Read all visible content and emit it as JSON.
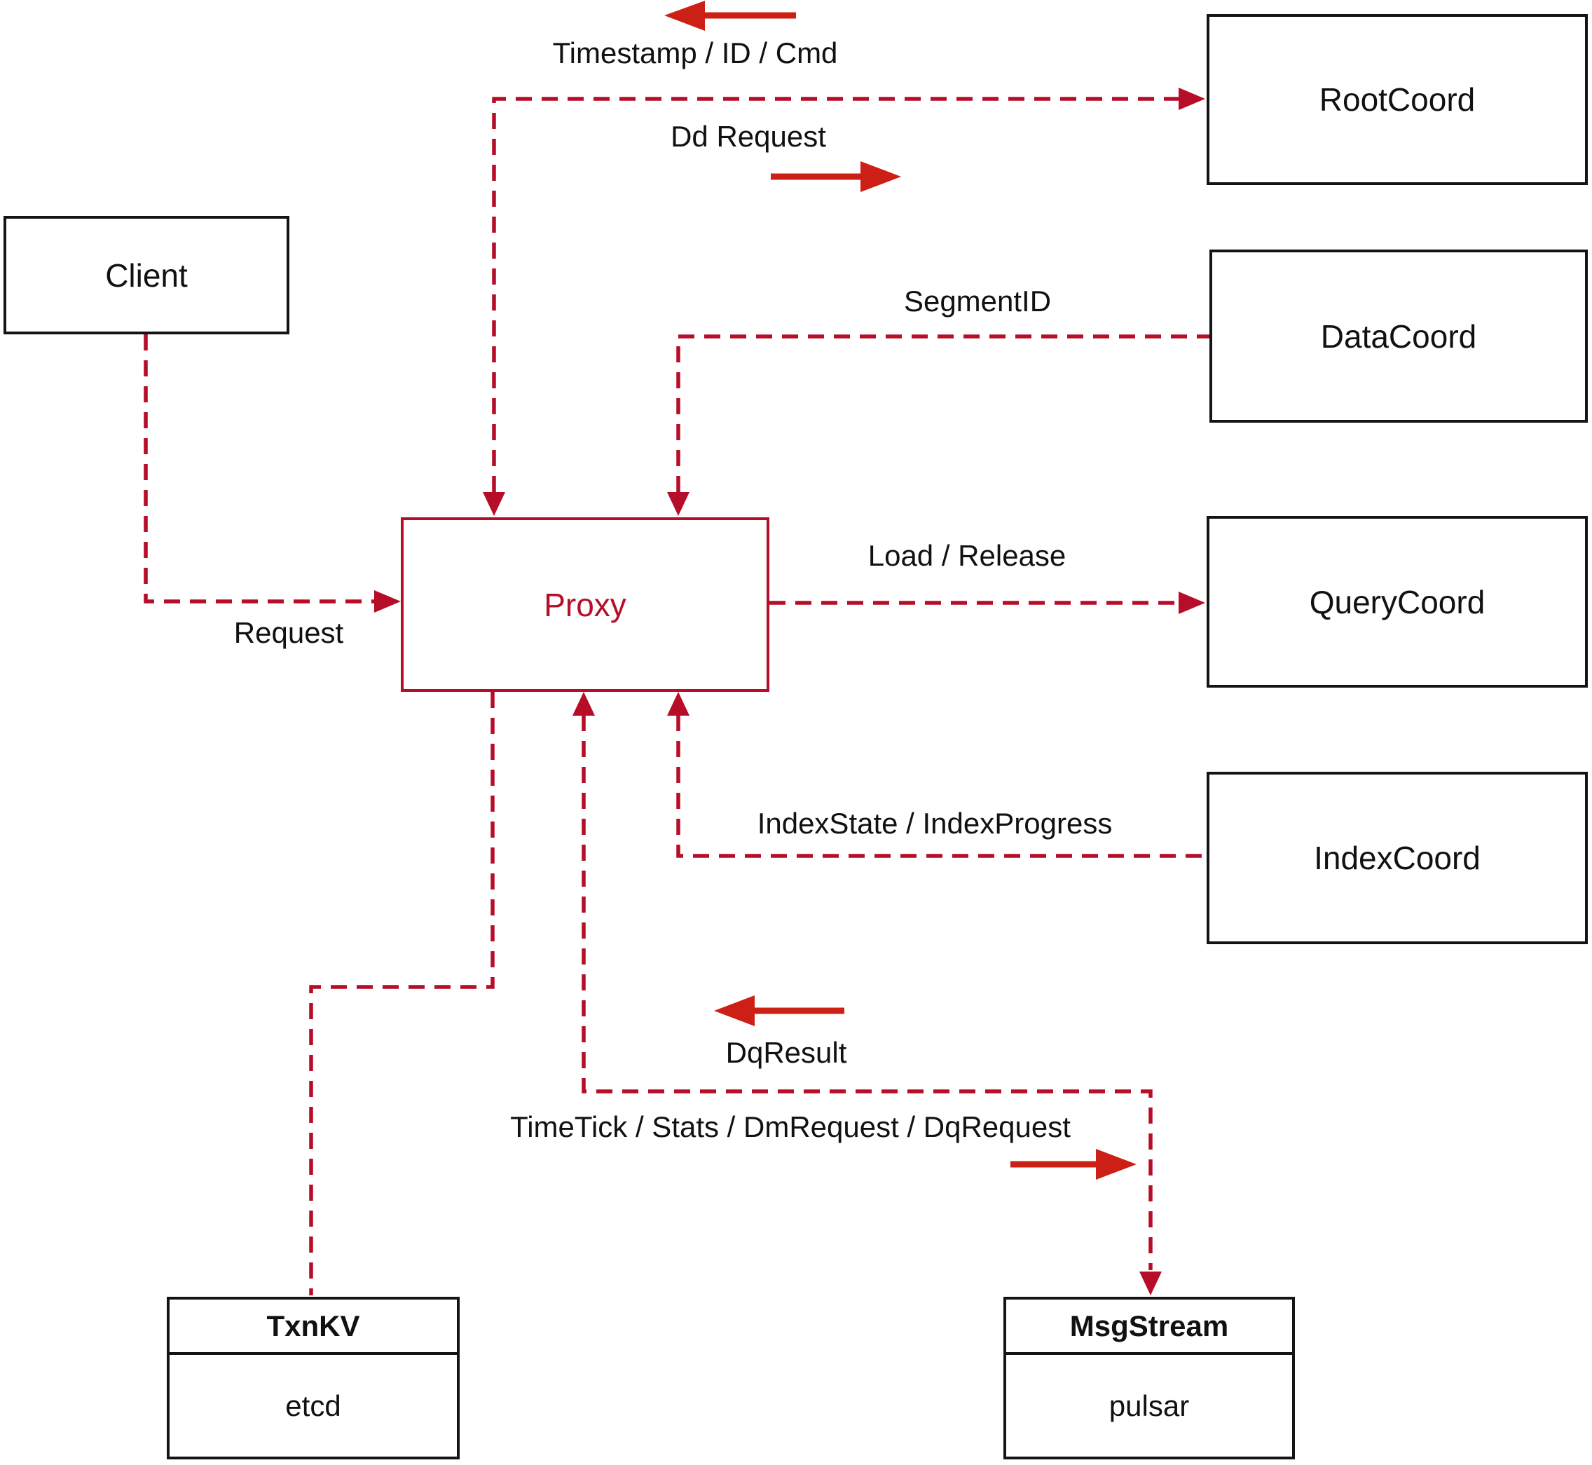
{
  "diagram": {
    "title_hint": "Proxy architecture diagram",
    "nodes": {
      "client": {
        "label": "Client"
      },
      "proxy": {
        "label": "Proxy"
      },
      "root_coord": {
        "label": "RootCoord"
      },
      "data_coord": {
        "label": "DataCoord"
      },
      "query_coord": {
        "label": "QueryCoord"
      },
      "index_coord": {
        "label": "IndexCoord"
      },
      "txn_kv": {
        "title": "TxnKV",
        "subtitle": "etcd"
      },
      "msg_stream": {
        "title": "MsgStream",
        "subtitle": "pulsar"
      }
    },
    "edge_labels": {
      "timestamp_id_cmd": "Timestamp / ID / Cmd",
      "dd_request": "Dd Request",
      "segment_id": "SegmentID",
      "load_release": "Load / Release",
      "index_state": "IndexState / IndexProgress",
      "request": "Request",
      "dq_result": "DqResult",
      "time_tick": "TimeTick / Stats / DmRequest / DqRequest"
    },
    "colors": {
      "dashed_red": "#b60d28",
      "solid_arrow_red": "#cc2016",
      "box_border_black": "#141414",
      "proxy_red": "#b60d28",
      "text_black": "#111111",
      "background": "#ffffff"
    }
  }
}
